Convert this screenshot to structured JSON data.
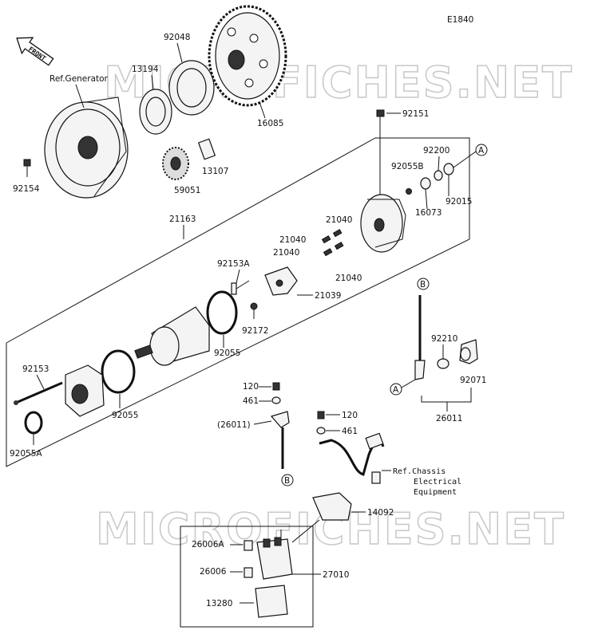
{
  "diagram_code": "E1840",
  "front_label": "FRONT",
  "watermark": "MICROFICHES.NET",
  "parts": {
    "p92048": "92048",
    "p13194": "13194",
    "ref_generator": "Ref.Generator",
    "p16085": "16085",
    "p92151": "92151",
    "p92200": "92200",
    "callout_a": "A",
    "p92055b": "92055B",
    "p92154": "92154",
    "p13107": "13107",
    "p59051": "59051",
    "p16073": "16073",
    "p92015": "92015",
    "p21163": "21163",
    "p21040_a": "21040",
    "p21040_b": "21040",
    "p21040_c": "21040",
    "p21040_d": "21040",
    "p92153a": "92153A",
    "p21039": "21039",
    "callout_b": "B",
    "p92172": "92172",
    "p92055_a": "92055",
    "p92210": "92210",
    "p92153": "92153",
    "p92071": "92071",
    "p92055_b": "92055",
    "callout_a2": "A",
    "p120_a": "120",
    "p461_a": "461",
    "p26011_paren": "(26011)",
    "p26011": "26011",
    "p120_b": "120",
    "p461_b": "461",
    "p92055a": "92055A",
    "callout_b2": "B",
    "ref_chassis_1": "Ref.Chassis",
    "ref_chassis_2": "Electrical",
    "ref_chassis_3": "Equipment",
    "p14092": "14092",
    "p26006a": "26006A",
    "p27010": "27010",
    "p26006": "26006",
    "p13280": "13280"
  }
}
